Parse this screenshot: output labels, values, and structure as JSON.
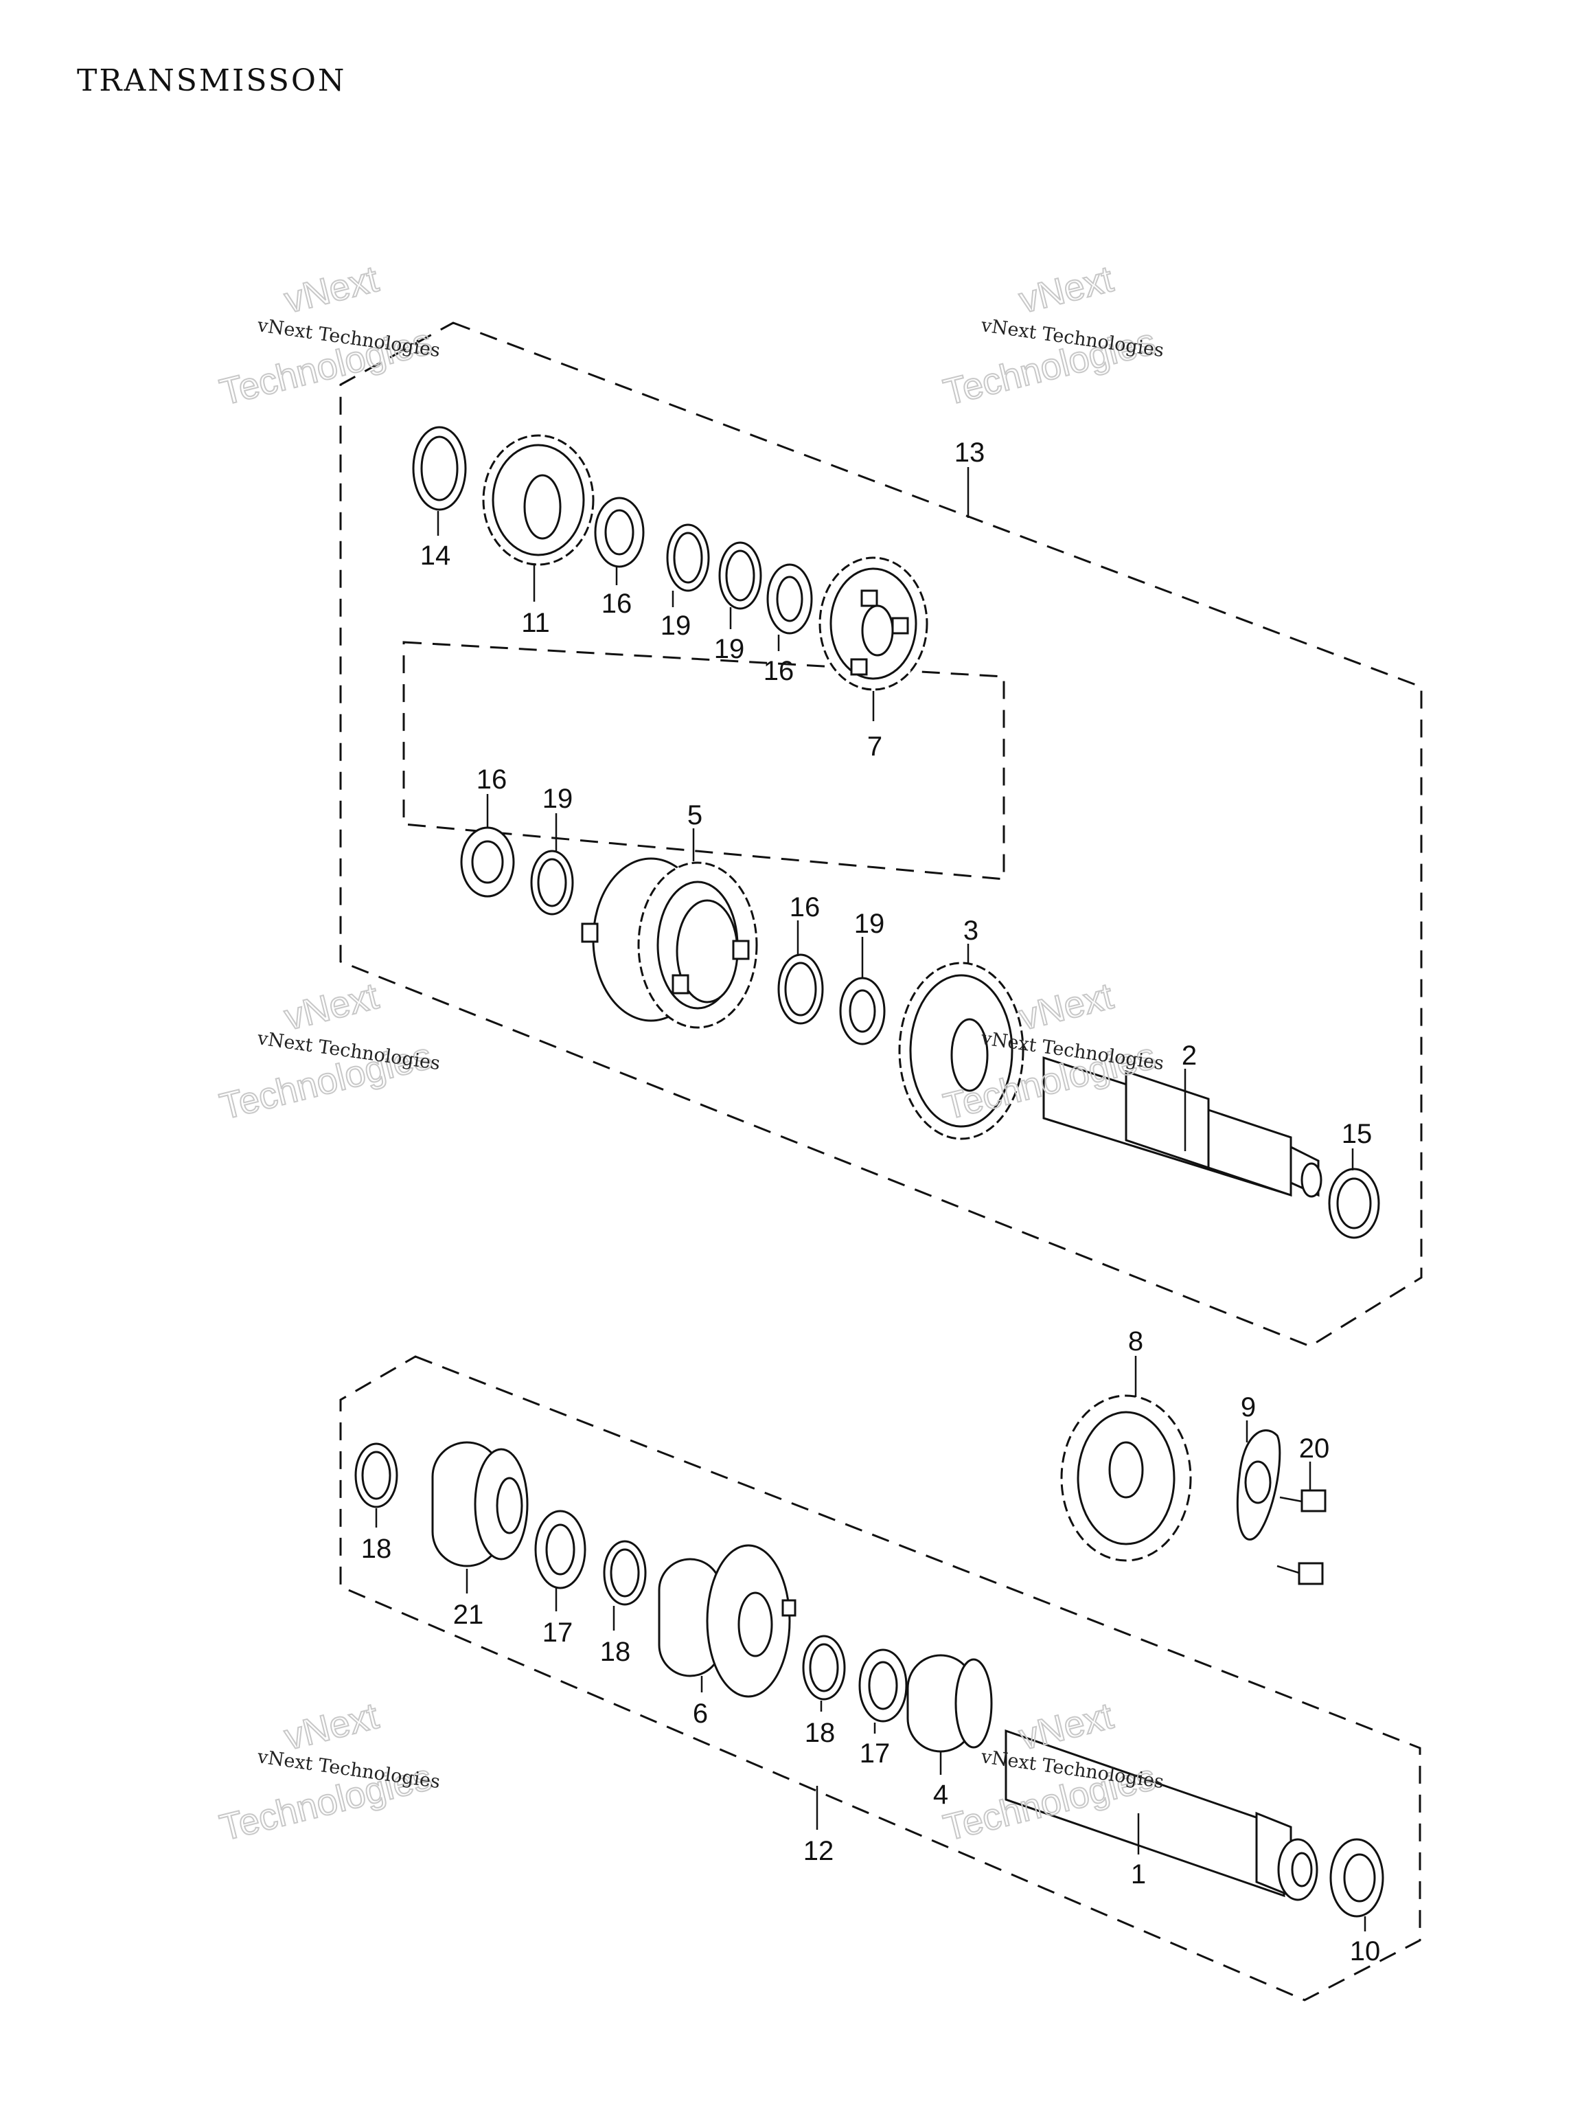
{
  "title": "TRANSMISSON",
  "watermark": {
    "line": "vNext Technologies",
    "word1": "vNext",
    "word2": "Technologies"
  },
  "callouts": {
    "p1": "1",
    "p2": "2",
    "p3": "3",
    "p4": "4",
    "p5": "5",
    "p6": "6",
    "p7": "7",
    "p8": "8",
    "p9": "9",
    "p10": "10",
    "p11": "11",
    "p12": "12",
    "p13": "13",
    "p14": "14",
    "p15": "15",
    "p16": "16",
    "p17": "17",
    "p18": "18",
    "p19": "19",
    "p20": "20",
    "p21": "21"
  }
}
